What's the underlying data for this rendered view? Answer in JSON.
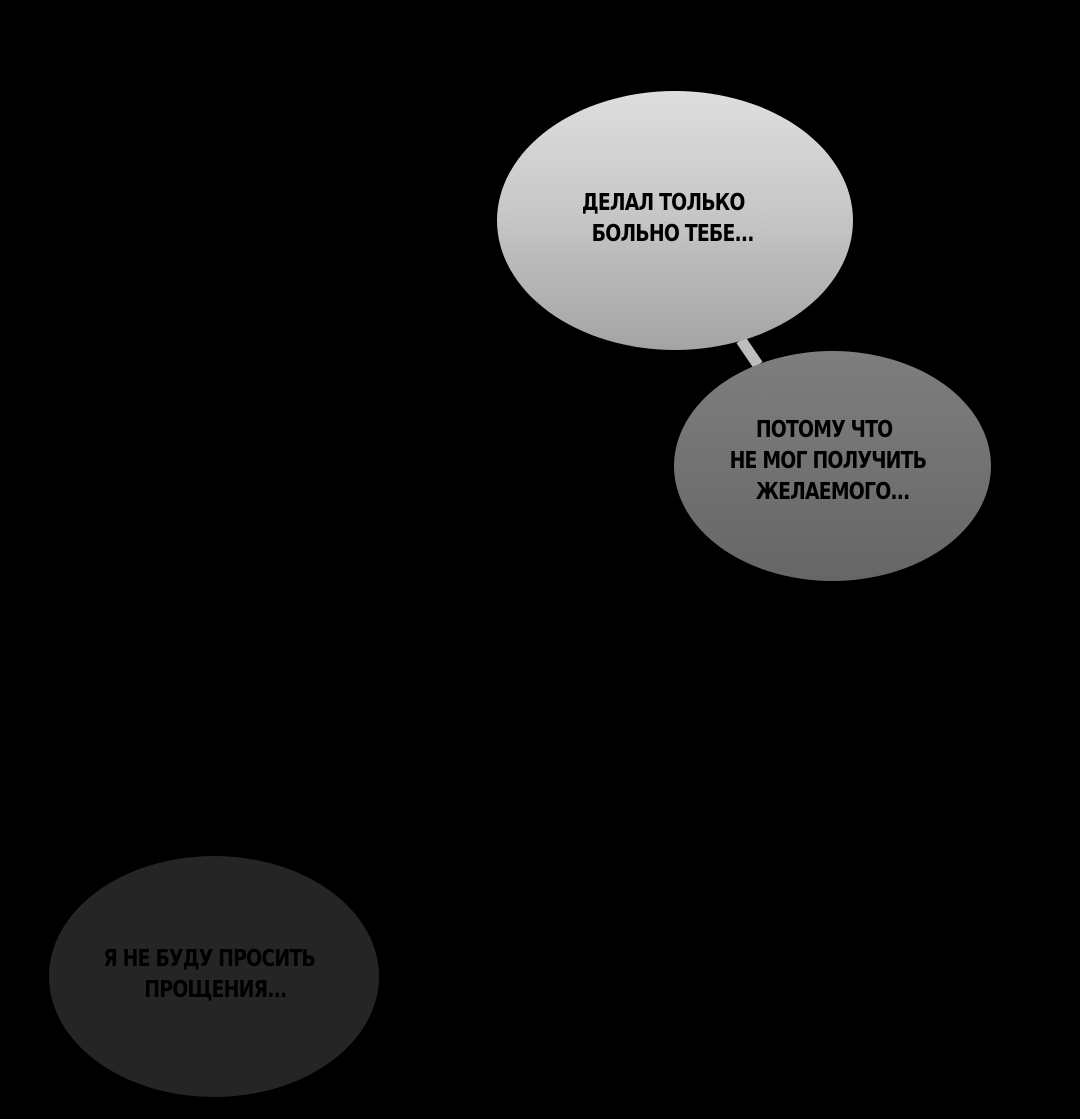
{
  "bubbles": [
    {
      "lines": [
        "ДЕЛАЛ ТОЛЬКО",
        "БОЛЬНО ТЕБЕ..."
      ],
      "color": "#d2d2d2"
    },
    {
      "lines": [
        "ПОТОМУ ЧТО",
        "НЕ МОГ ПОЛУЧИТЬ",
        "ЖЕЛАЕМОГО..."
      ],
      "color": "#737373"
    },
    {
      "lines": [
        "Я НЕ БУДУ ПРОСИТЬ",
        "ПРОЩЕНИЯ..."
      ],
      "color": "#252525"
    }
  ],
  "colors": {
    "background": "#000000",
    "connector": "#bdbdbd"
  }
}
